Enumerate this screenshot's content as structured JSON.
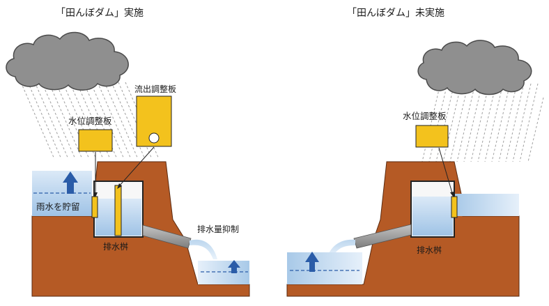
{
  "left_panel": {
    "title": "「田んぼダム」実施",
    "labels": {
      "water_level_board": "水位調整板",
      "outflow_board": "流出調整板",
      "rain_storage": "雨水を貯留",
      "drain_box": "排水桝",
      "drain_suppression": "排水量抑制"
    }
  },
  "right_panel": {
    "title": "「田んぼダム」未実施",
    "labels": {
      "water_level_board": "水位調整板",
      "drain_box": "排水桝"
    }
  },
  "colors": {
    "soil": "#b55a25",
    "soil_stroke": "#5a2a10",
    "board": "#f3c21d",
    "water_light": "#d4e6f5",
    "water_mid": "#a8c9e8",
    "arrow": "#2a5ca8",
    "cloud": "#8f8f8f",
    "rain": "#a0a0a0",
    "pipe": "#9a9a9a"
  },
  "icons": {
    "cloud": "cloud-icon",
    "rain": "rain-lines",
    "arrow": "water-rise-arrow"
  }
}
